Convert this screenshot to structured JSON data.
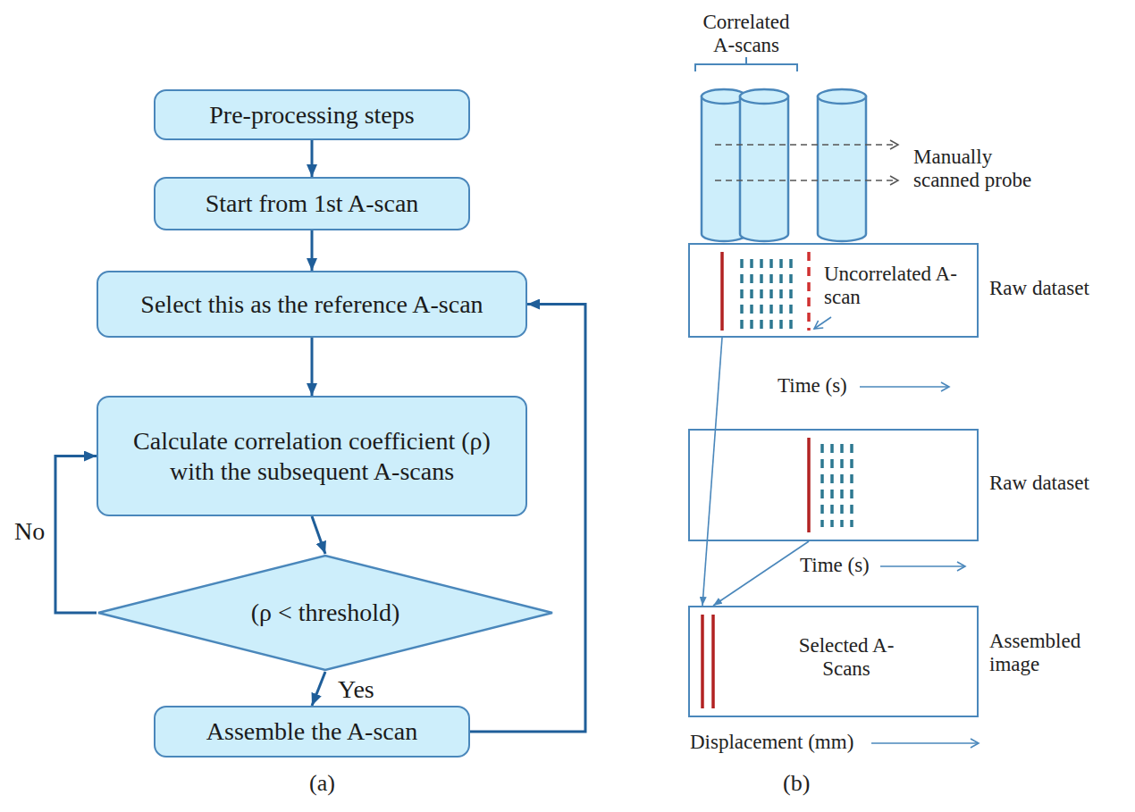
{
  "diagram": {
    "nodes": [
      {
        "text": [
          "Pre-processing steps"
        ]
      },
      {
        "text": [
          "Start from 1st A-scan"
        ]
      },
      {
        "text": [
          "Select this as the reference A-scan"
        ]
      },
      {
        "text": [
          "Calculate correlation coefficient (ρ) with the subsequent A-scans"
        ]
      },
      {
        "text": [
          "(ρ < threshold)"
        ]
      },
      {
        "text": [
          "Assemble the A-scan"
        ]
      },
      {
        "text": [
          "Uncorrelated A-scan",
          "Raw dataset"
        ]
      },
      {
        "text": [
          "Raw dataset"
        ]
      },
      {
        "text": [
          "Selected A-Scans",
          "Assembled image"
        ]
      }
    ],
    "edges": [
      {
        "from": 0,
        "to": 1,
        "arrow": "to"
      },
      {
        "from": 1,
        "to": 2,
        "arrow": "to"
      },
      {
        "from": 2,
        "to": 3,
        "arrow": "to"
      },
      {
        "from": 3,
        "to": 4,
        "arrow": "to"
      },
      {
        "from": 4,
        "to": 3,
        "label": "No",
        "arrow": "to"
      },
      {
        "from": 4,
        "to": 5,
        "label": "Yes",
        "arrow": "to"
      },
      {
        "from": 5,
        "to": 2,
        "arrow": "to"
      },
      {
        "from": 6,
        "to": 8,
        "arrow": "to"
      },
      {
        "from": 7,
        "to": 8,
        "arrow": "to"
      }
    ],
    "labels": [
      "Correlated A-scans",
      "Manually scanned probe",
      "Time (s)",
      "Time (s)",
      "Displacement (mm)",
      "(a)",
      "(b)"
    ]
  }
}
